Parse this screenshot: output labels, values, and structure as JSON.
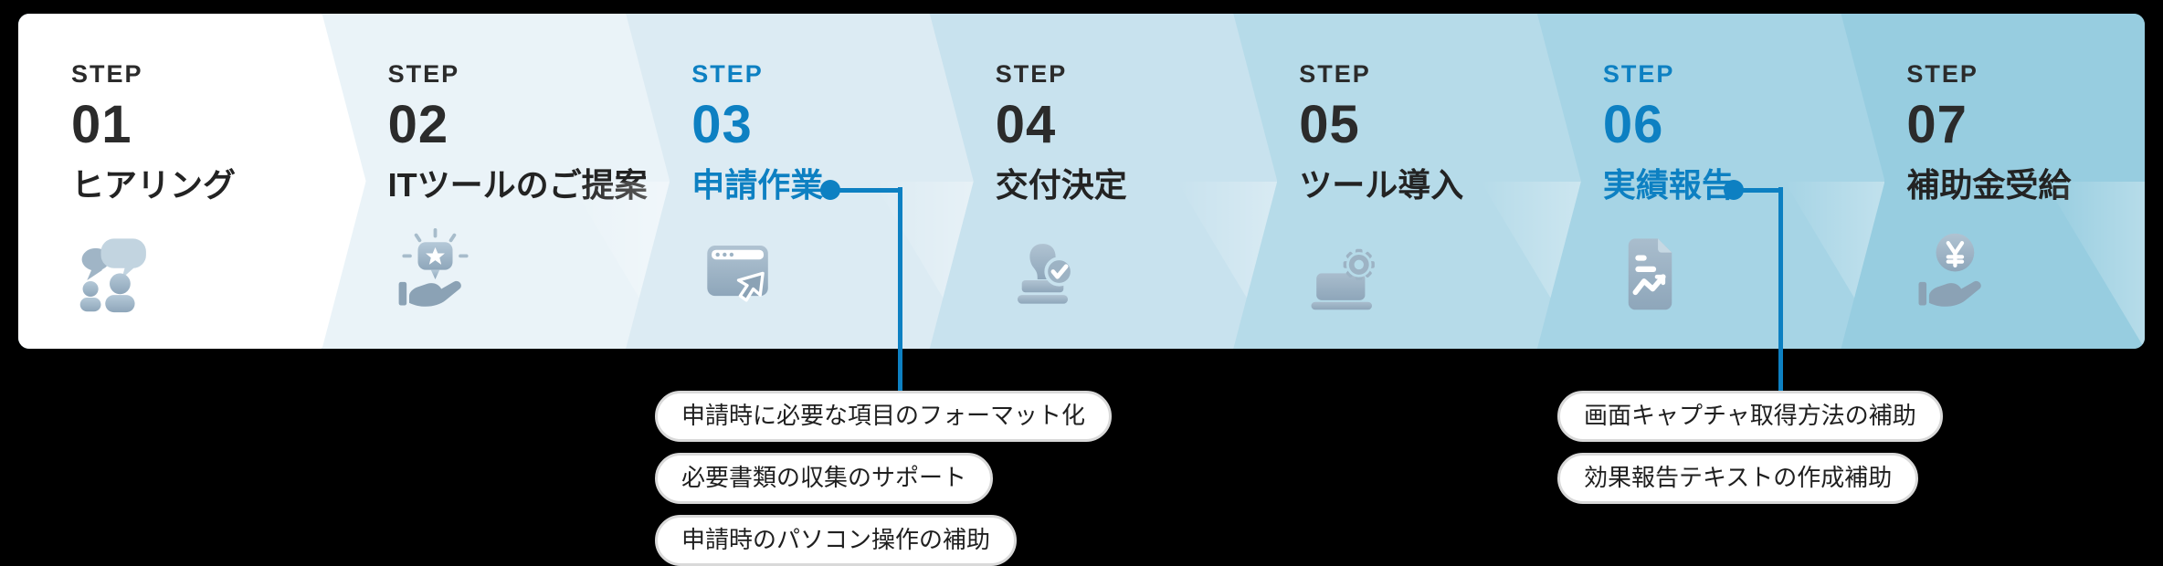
{
  "colors": {
    "accent_blue": "#0d80c2",
    "text_dark": "#2b2b2b",
    "pill_background": "#ffffff",
    "icon_base": "#9db3c4",
    "icon_light": "#c2d4e0",
    "canvas_background": "#000000"
  },
  "steps": [
    {
      "step_label": "STEP",
      "number": "01",
      "title": "ヒアリング",
      "icon": "chat-people-icon",
      "bg": "#ffffff",
      "highlighted": false
    },
    {
      "step_label": "STEP",
      "number": "02",
      "title": "ITツールのご提案",
      "icon": "gift-idea-icon",
      "bg": "#eaf3f8",
      "highlighted": false
    },
    {
      "step_label": "STEP",
      "number": "03",
      "title": "申請作業",
      "icon": "browser-cursor-icon",
      "bg": "#dcebf3",
      "highlighted": true
    },
    {
      "step_label": "STEP",
      "number": "04",
      "title": "交付決定",
      "icon": "stamp-approval-icon",
      "bg": "#c8e2ee",
      "highlighted": false
    },
    {
      "step_label": "STEP",
      "number": "05",
      "title": "ツール導入",
      "icon": "laptop-gear-icon",
      "bg": "#b6dbe9",
      "highlighted": false
    },
    {
      "step_label": "STEP",
      "number": "06",
      "title": "実績報告",
      "icon": "report-document-icon",
      "bg": "#a6d4e5",
      "highlighted": true
    },
    {
      "step_label": "STEP",
      "number": "07",
      "title": "補助金受給",
      "icon": "yen-coin-hand-icon",
      "bg": "#97cde0",
      "highlighted": false
    }
  ],
  "callouts": [
    {
      "for_step": "03",
      "items": [
        "申請時に必要な項目のフォーマット化",
        "必要書類の収集のサポート",
        "申請時のパソコン操作の補助"
      ]
    },
    {
      "for_step": "06",
      "items": [
        "画面キャプチャ取得方法の補助",
        "効果報告テキストの作成補助"
      ]
    }
  ]
}
